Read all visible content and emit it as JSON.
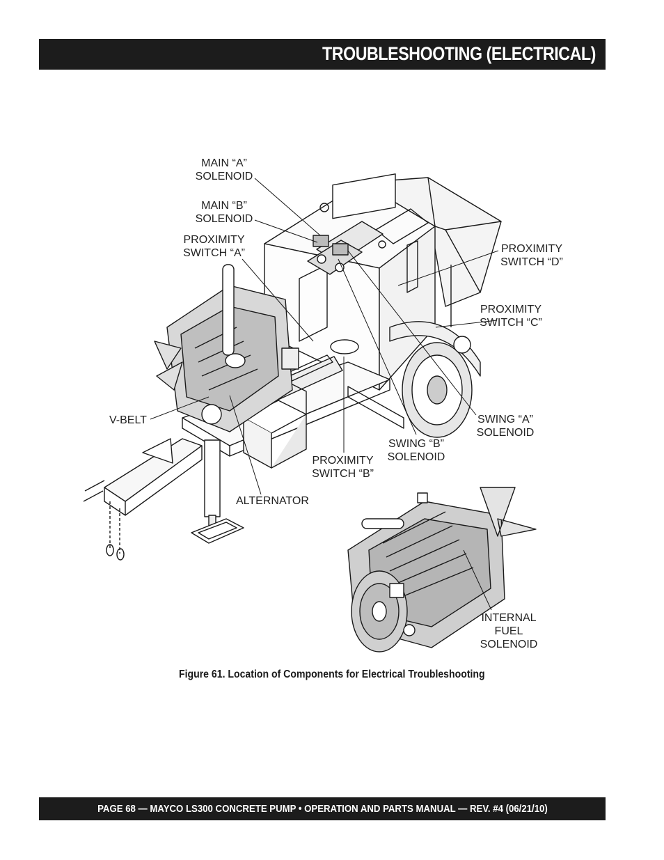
{
  "header": {
    "title": "TROUBLESHOOTING (ELECTRICAL)"
  },
  "callouts": {
    "main_a": [
      "MAIN “A”",
      "SOLENOID"
    ],
    "main_b": [
      "MAIN “B”",
      "SOLENOID"
    ],
    "prox_a": [
      "PROXIMITY",
      "SWITCH “A”"
    ],
    "prox_d": [
      "PROXIMITY",
      "SWITCH “D”"
    ],
    "prox_c": [
      "PROXIMITY",
      "SWITCH “C”"
    ],
    "vbelt": "V-BELT",
    "swing_a": [
      "SWING “A”",
      "SOLENOID"
    ],
    "swing_b": [
      "SWING “B”",
      "SOLENOID"
    ],
    "prox_b": [
      "PROXIMITY",
      "SWITCH “B”"
    ],
    "alternator": "ALTERNATOR",
    "fuel": [
      "INTERNAL",
      "FUEL",
      "SOLENOID"
    ]
  },
  "figure": {
    "caption": "Figure 61.  Location of Components for Electrical Troubleshooting"
  },
  "footer": {
    "text": "PAGE 68 — MAYCO LS300 CONCRETE PUMP • OPERATION AND PARTS MANUAL — REV. #4 (06/21/10)"
  }
}
